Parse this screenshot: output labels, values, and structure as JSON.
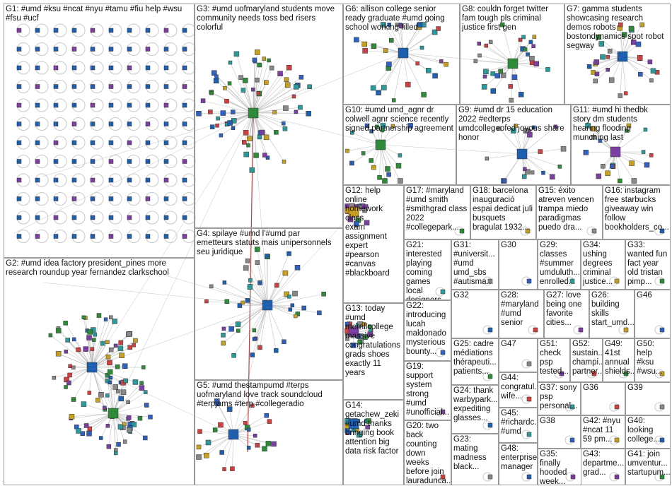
{
  "groups": [
    {
      "id": "G1",
      "label": "G1: #umd #ksu #ncat #nyu #tamu #fiu help #wsu\n#fsu #ucf"
    },
    {
      "id": "G2",
      "label": "G2: #umd idea factory president_pines more\nresearch roundup year fernandez clarkschool"
    },
    {
      "id": "G3",
      "label": "G3: #umd uofmaryland students move\ncommunity needs toss bed risers\ncolorful"
    },
    {
      "id": "G4",
      "label": "G4: spilaye #umd l'#umd par\nemetteurs statuts mais unipersonnels\nseu juridique"
    },
    {
      "id": "G5",
      "label": "G5: #umd thestampumd #terps\nuofmaryland love track soundcloud\n#terpjams #terp #collegeradio"
    },
    {
      "id": "G6",
      "label": "G6: allison college senior\nready graduate #umd going\nschool working filled"
    },
    {
      "id": "G7",
      "label": "G7: gamma students\nshowcasing research\ndemos robots\nbostondynamics spot robot\nsegway"
    },
    {
      "id": "G8",
      "label": "G8: couldn forget twitter\nfam tough pls criminal\njustice first gen"
    },
    {
      "id": "G9",
      "label": "G9: #umd dr 15 education\n2022 #edterps\numdcollegeofed joyous share\nhonor"
    },
    {
      "id": "G10",
      "label": "G10: #umd umd_agnr dr\ncolwell agnr science recently\nsigned partnership agreement"
    },
    {
      "id": "G11",
      "label": "G11: #umd hi thedbk\nstory dm students\nhearing flooding\nmunching last"
    },
    {
      "id": "G12",
      "label": "G12: help\nonline\nhomework class\nexam\nassignment\nexpert\n#pearson\n#canvas\n#blackboard"
    },
    {
      "id": "G13",
      "label": "G13: today\n#umd\nmerrillcollege\nmassive\ncongratulations\ngrads shoes\nexactly 11\nyears"
    },
    {
      "id": "G14",
      "label": "G14:\ngetachew_zeki\n#umd thanks\nbringing book\nattention big\ndata risk factor"
    },
    {
      "id": "G15",
      "label": "G15: éxito\natreven vencen\ntrampa miedo\nparadigmas\npuedo dra..."
    },
    {
      "id": "G16",
      "label": "G16: instagram\nfree starbucks\ngiveaway win\nfollow\nbookholders_co..."
    },
    {
      "id": "G17",
      "label": "G17: #maryland\n#umd smith\n#smithgrad class\n2022\n#collegepark..."
    },
    {
      "id": "G18",
      "label": "G18: barcelona\ninauguració\nespai dedicat juli\nbusquets\nbragulat 1932..."
    },
    {
      "id": "G19",
      "label": "G19:\nsupport\nsystem\nstrong\n#umd\n#unofficial..."
    },
    {
      "id": "G20",
      "label": "G20: two\nback\ncounting\ndown weeks\nbefore join\nlauradunca..."
    },
    {
      "id": "G21",
      "label": "G21:\ninterested\nplaying\ncoming\ngames local\ndesigners..."
    },
    {
      "id": "G22",
      "label": "G22:\nintroducing\nlucah\nmaldonado\nmysterious\nbounty..."
    },
    {
      "id": "G23",
      "label": "G23:\nmating\nmadness\nblack..."
    },
    {
      "id": "G24",
      "label": "G24: thank\nwarbypark...\nexpediting\nglasses..."
    },
    {
      "id": "G25",
      "label": "G25: cadre\nmédiations\nthérapeuti...\npatients..."
    },
    {
      "id": "G26",
      "label": "G26:\nbuilding\nskills\nstart_umd..."
    },
    {
      "id": "G27",
      "label": "G27: love\nbeing one\nfavorite\ncities..."
    },
    {
      "id": "G28",
      "label": "G28:\n#maryland\n#umd\nsenior"
    },
    {
      "id": "G29",
      "label": "G29:\nclasses\n#summer\numduluth...\nenrolled..."
    },
    {
      "id": "G30",
      "label": "G30"
    },
    {
      "id": "G31",
      "label": "G31:\n#universit...\n#umd\numd_sbs\n#autisma..."
    },
    {
      "id": "G32",
      "label": "G32"
    },
    {
      "id": "G33",
      "label": "G33:\nwanted fun\nfact year\nold tristan\npimp..."
    },
    {
      "id": "G34",
      "label": "G34:\nushing\ndegrees\ncriminal\njustice..."
    },
    {
      "id": "G35",
      "label": "G35: finally\nhooded\nweek..."
    },
    {
      "id": "G36",
      "label": "G36"
    },
    {
      "id": "G37",
      "label": "G37: sony\npsp\npersonal..."
    },
    {
      "id": "G38",
      "label": "G38"
    },
    {
      "id": "G39",
      "label": "G39"
    },
    {
      "id": "G40",
      "label": "G40:\nlooking\ncollege..."
    },
    {
      "id": "G41",
      "label": "G41: join\numventur...\nstartupum..."
    },
    {
      "id": "G42",
      "label": "G42: #nyu\n#ncat 11\n59 pm..."
    },
    {
      "id": "G43",
      "label": "G43:\ndepartme...\ngrad..."
    },
    {
      "id": "G44",
      "label": "G44:\ncongratul...\nwife..."
    },
    {
      "id": "G45",
      "label": "G45:\n#richardc...\n#umd"
    },
    {
      "id": "G46",
      "label": "G46"
    },
    {
      "id": "G47",
      "label": "G47"
    },
    {
      "id": "G48",
      "label": "G48:\nenterprise\nmanager"
    },
    {
      "id": "G49",
      "label": "G49:\n41st\nannual\nshields..."
    },
    {
      "id": "G50",
      "label": "G50:\nhelp\n#ksu\n#wsu..."
    },
    {
      "id": "G51",
      "label": "G51:\ncheck\npsp\ntested..."
    },
    {
      "id": "G52",
      "label": "G52:\nsustain...\nchampi...\npartner..."
    }
  ],
  "colors": {
    "panel_border": "#9a9a9a",
    "edge": "#b4b4b4",
    "highlight_edge": "#b03030",
    "node_palette": [
      "#1f5fb0",
      "#2e8b3a",
      "#c8a020",
      "#7a3fa0",
      "#d04040",
      "#2a9a9a",
      "#3060c0",
      "#888888"
    ]
  }
}
